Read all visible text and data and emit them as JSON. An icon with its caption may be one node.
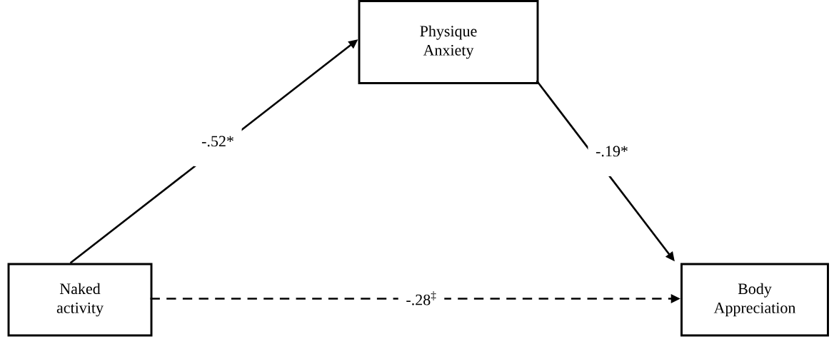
{
  "diagram": {
    "nodes": [
      {
        "text": [
          "Physique Anxiety"
        ]
      },
      {
        "text": [
          "Naked activity"
        ]
      },
      {
        "text": [
          "Body Appreciation"
        ]
      }
    ],
    "edges": [
      {
        "from": 1,
        "to": 0,
        "arrow": "to",
        "label": "-.52*"
      },
      {
        "from": 0,
        "to": 2,
        "arrow": "to",
        "label": "-.19*"
      },
      {
        "from": 1,
        "to": 2,
        "arrow": "to",
        "label": "-.28$^{‡}$",
        "style": "dashed"
      }
    ]
  }
}
